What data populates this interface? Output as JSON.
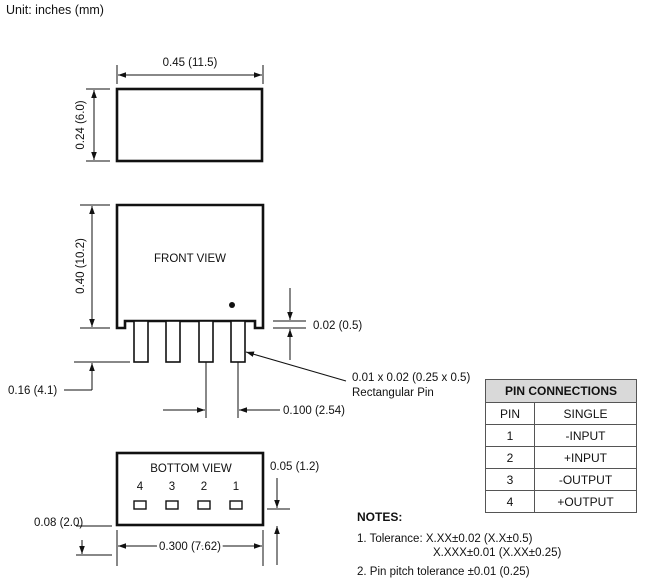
{
  "unit_label": "Unit: inches (mm)",
  "dims": {
    "top_width": "0.45 (11.5)",
    "top_depth": "0.24 (6.0)",
    "front_height": "0.40 (10.2)",
    "standoff": "0.02 (0.5)",
    "pin_length": "0.16 (4.1)",
    "pin_size": "0.01 x 0.02 (0.25 x 0.5)",
    "pin_type": "Rectangular Pin",
    "pin_pitch": "0.100 (2.54)",
    "bottom_margin": "0.05 (1.2)",
    "bottom_offset": "0.08 (2.0)",
    "bottom_span": "0.300 (7.62)"
  },
  "views": {
    "front": "FRONT VIEW",
    "bottom": "BOTTOM VIEW",
    "bottom_pins": [
      "4",
      "3",
      "2",
      "1"
    ]
  },
  "pin_table": {
    "title": "PIN CONNECTIONS",
    "headers": [
      "PIN",
      "SINGLE"
    ],
    "rows": [
      {
        "pin": "1",
        "signal": "-INPUT"
      },
      {
        "pin": "2",
        "signal": "+INPUT"
      },
      {
        "pin": "3",
        "signal": "-OUTPUT"
      },
      {
        "pin": "4",
        "signal": "+OUTPUT"
      }
    ]
  },
  "notes": {
    "title": "NOTES:",
    "tolerance_1": "1. Tolerance: X.XX±0.02 (X.X±0.5)",
    "tolerance_2": "X.XXX±0.01 (X.XX±0.25)",
    "pitch": "2. Pin pitch tolerance ±0.01 (0.25)"
  }
}
